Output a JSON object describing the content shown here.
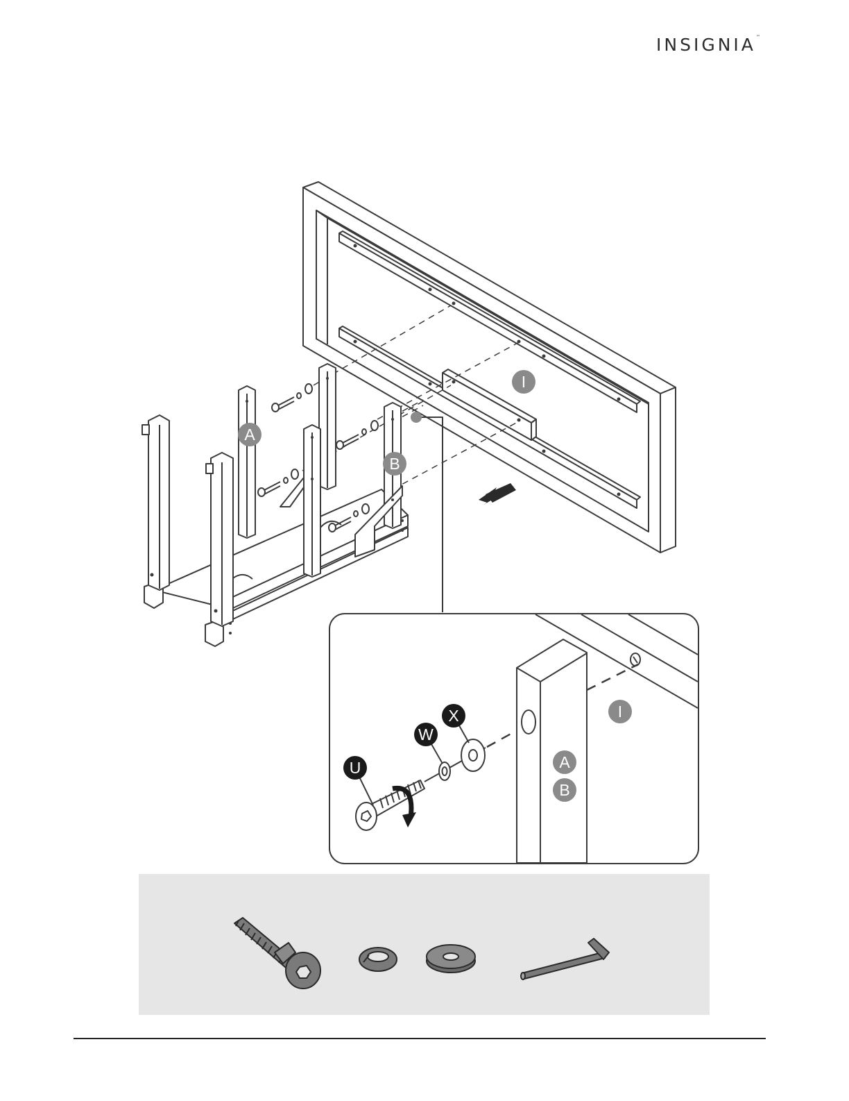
{
  "brand": {
    "name": "INSIGNIA",
    "trademark": "™"
  },
  "labels": {
    "part_a": "A",
    "part_b": "B",
    "part_i": "I",
    "detail_u": "U",
    "detail_w": "W",
    "detail_x": "X",
    "detail_i": "I",
    "detail_a": "A",
    "detail_b": "B"
  },
  "colors": {
    "line": "#3a3a3a",
    "label_gray": "#8a8a8a",
    "label_black": "#1a1a1a",
    "hardware_bg": "#e6e6e6",
    "hardware_fill": "#7a7a7a"
  },
  "hardware_icons": [
    "bolt-icon",
    "lock-washer-icon",
    "flat-washer-icon",
    "hex-key-icon"
  ]
}
